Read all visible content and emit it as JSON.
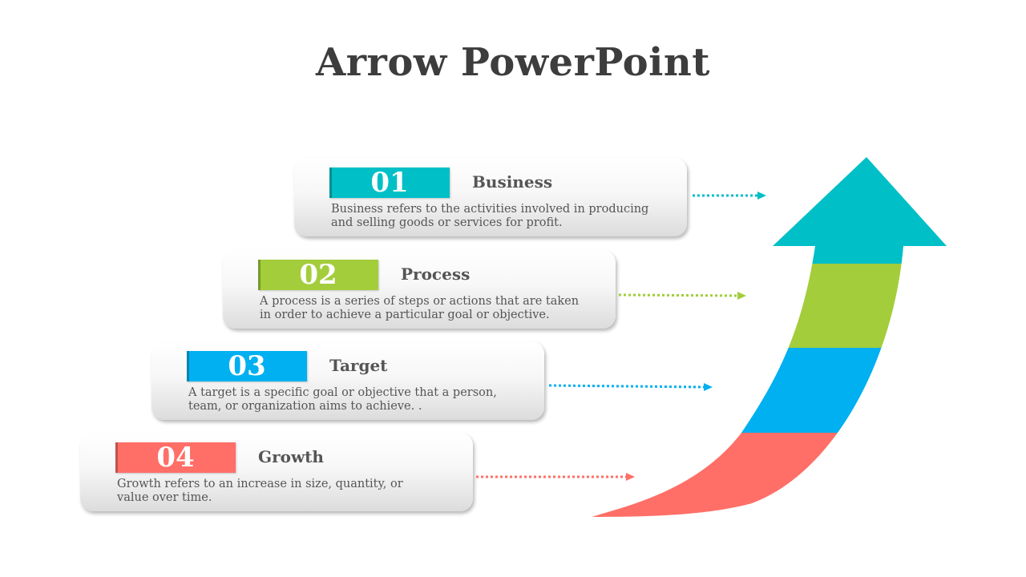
{
  "title": "Arrow PowerPoint",
  "steps": [
    {
      "number": "01",
      "label": "Business",
      "description": "Business refers to  the activities involved in producing and selling goods or services for profit.",
      "color": "#00BFC7"
    },
    {
      "number": "02",
      "label": "Process",
      "description": "A process  is a series of steps or actions that are taken in order  to achieve a particular  goal or objective.",
      "color": "#A3CD3B"
    },
    {
      "number": "03",
      "label": "Target",
      "description": "A target  is a specific goal or objective that a person, team, or organization aims to achieve. .",
      "color": "#00B0F0"
    },
    {
      "number": "04",
      "label": "Growth",
      "description": "Growth refers to an increase in size, quantity, or value over time.",
      "color": "#FF6F67"
    }
  ]
}
